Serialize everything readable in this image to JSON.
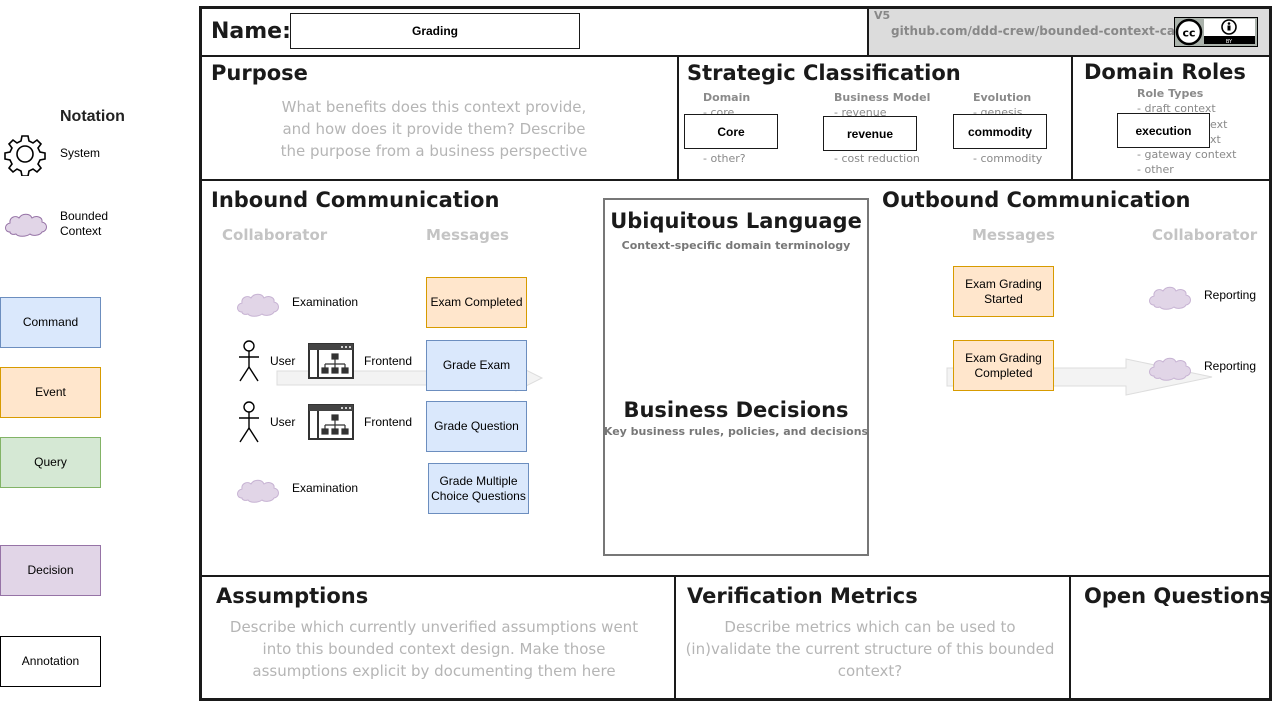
{
  "notation": {
    "title": "Notation",
    "system": "System",
    "bounded_context": "Bounded\nContext",
    "command": "Command",
    "event": "Event",
    "query": "Query",
    "decision": "Decision",
    "annotation": "Annotation"
  },
  "header": {
    "name_label": "Name:",
    "name_value": "Grading",
    "version": "V5",
    "link": "github.com/ddd-crew/bounded-context-canvas",
    "license_badge": "cc-by-badge"
  },
  "purpose": {
    "title": "Purpose",
    "hint": "What benefits does this context provide, and how does it provide them? Describe the purpose from a business perspective"
  },
  "strategic": {
    "title": "Strategic Classification",
    "domain": {
      "label": "Domain",
      "opt_top": "- core",
      "value": "Core",
      "opt_bottom": "- other?"
    },
    "business_model": {
      "label": "Business Model",
      "opt_top": "- revenue",
      "value": "revenue",
      "opt_bottom": "- cost reduction"
    },
    "evolution": {
      "label": "Evolution",
      "opt_top": "- genesis",
      "value": "commodity",
      "opt_bottom": "- commodity"
    }
  },
  "domain_roles": {
    "title": "Domain Roles",
    "label": "Role Types",
    "items": [
      "- draft context",
      "ext",
      "xt",
      "- gateway context",
      "- other"
    ],
    "value": "execution"
  },
  "inbound": {
    "title": "Inbound Communication",
    "collaborator_header": "Collaborator",
    "messages_header": "Messages",
    "rows": [
      {
        "collaborator": "Examination",
        "message": "Exam Completed"
      },
      {
        "actor": "User",
        "system": "Frontend",
        "message": "Grade Exam"
      },
      {
        "actor": "User",
        "system": "Frontend",
        "message": "Grade Question"
      },
      {
        "collaborator": "Examination",
        "message": "Grade Multiple Choice Questions"
      }
    ]
  },
  "ubiquitous": {
    "title": "Ubiquitous Language",
    "subtitle": "Context-specific domain terminology"
  },
  "business_decisions": {
    "title": "Business Decisions",
    "subtitle": "Key business rules, policies, and decisions"
  },
  "outbound": {
    "title": "Outbound Communication",
    "messages_header": "Messages",
    "collaborator_header": "Collaborator",
    "rows": [
      {
        "message": "Exam Grading Started",
        "collaborator": "Reporting"
      },
      {
        "message": "Exam Grading Completed",
        "collaborator": "Reporting"
      }
    ]
  },
  "assumptions": {
    "title": "Assumptions",
    "hint": "Describe which currently unverified assumptions went into this bounded context design. Make those assumptions explicit by documenting them here"
  },
  "verification": {
    "title": "Verification Metrics",
    "hint": "Describe metrics which can be used to (in)validate the current structure of this bounded context?"
  },
  "open_questions": {
    "title": "Open Questions"
  },
  "colors": {
    "command": "#dae8fc",
    "event": "#ffe6cc",
    "query": "#d5e8d4",
    "decision": "#e1d5e7",
    "cloud": "#e1d5e7"
  }
}
